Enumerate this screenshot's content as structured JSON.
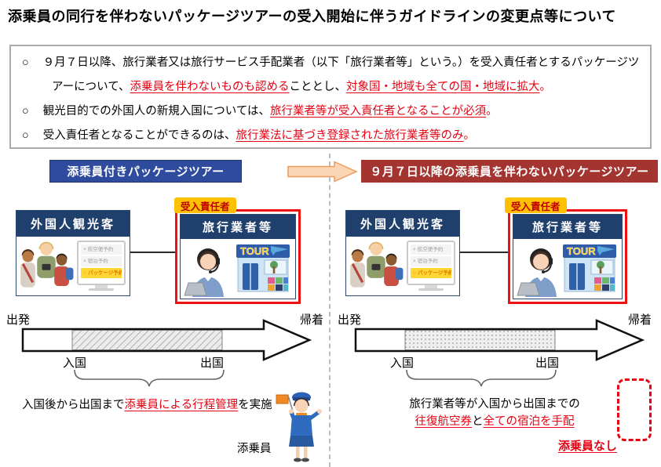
{
  "title": "添乗員の同行を伴わないパッケージツアーの受入開始に伴うガイドラインの変更点等について",
  "summary": {
    "bullets": [
      {
        "marker": "○",
        "part1": "９月７日以降、旅行業者又は旅行サービス手配業者（以下「旅行業者等」という。）を受入責任者とするパッケージツアーについて、",
        "red1": "添乗員を伴わないものも認める",
        "part2": "こととし、",
        "red2": "対象国・地域も全ての国・地域に拡大",
        "part3": "。"
      },
      {
        "marker": "○",
        "part1": "観光目的での外国人の新規入国については、",
        "red1": "旅行業者等が受入責任者となることが必須",
        "part3": "。"
      },
      {
        "marker": "○",
        "part1": "受入責任者となることができるのは、",
        "red1": "旅行業法に基づき登録された旅行業者等のみ",
        "part3": "。"
      }
    ]
  },
  "flow": {
    "left_header": "添乗員付きパッケージツアー",
    "right_header": "９月７日以降の添乗員を伴わないパッケージツアー"
  },
  "panel": {
    "tourist_title": "外国人観光客",
    "agency_title": "旅行業者等",
    "responsible_label": "受入責任者",
    "shop_sign": "TOUR",
    "screen_items": [
      {
        "mark": "×",
        "label": "航空便予約"
      },
      {
        "mark": "×",
        "label": "宿泊予約"
      },
      {
        "mark": "○",
        "label": "パッケージ予約"
      }
    ]
  },
  "timeline": {
    "depart": "出発",
    "arrive": "帰着",
    "entry": "入国",
    "exit": "出国"
  },
  "left_note": {
    "part1": "入国後から出国まで",
    "red": "添乗員による行程管理",
    "part2": "を実施",
    "conductor_label": "添乗員"
  },
  "right_note": {
    "line1": "旅行業者等が入国から出国までの",
    "red1": "往復航空券",
    "mid": "と",
    "red2": "全ての宿泊を手配",
    "no_conductor": "添乗員なし"
  },
  "colors": {
    "red_text": "#e60012",
    "left_header_bg": "#2e4b9e",
    "right_header_bg": "#a43430",
    "box_header_bg": "#1f3f6d",
    "label_bg": "#ffc000",
    "label_text": "#c00000",
    "transition_arrow_fill": "#fbd6b4",
    "transition_arrow_border": "#ed9b5e"
  }
}
